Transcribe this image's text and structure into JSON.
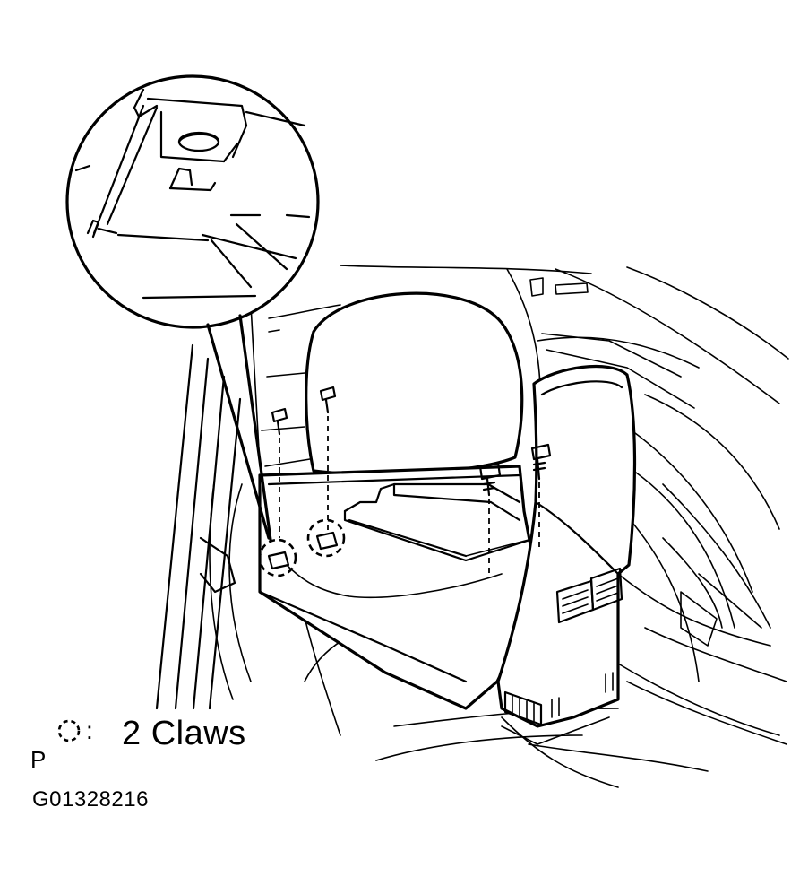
{
  "legend": {
    "prefix": "P",
    "separator": ":",
    "label": "2 Claws",
    "symbol_icon": "dashed-circle-icon"
  },
  "figure_id": "G01328216"
}
